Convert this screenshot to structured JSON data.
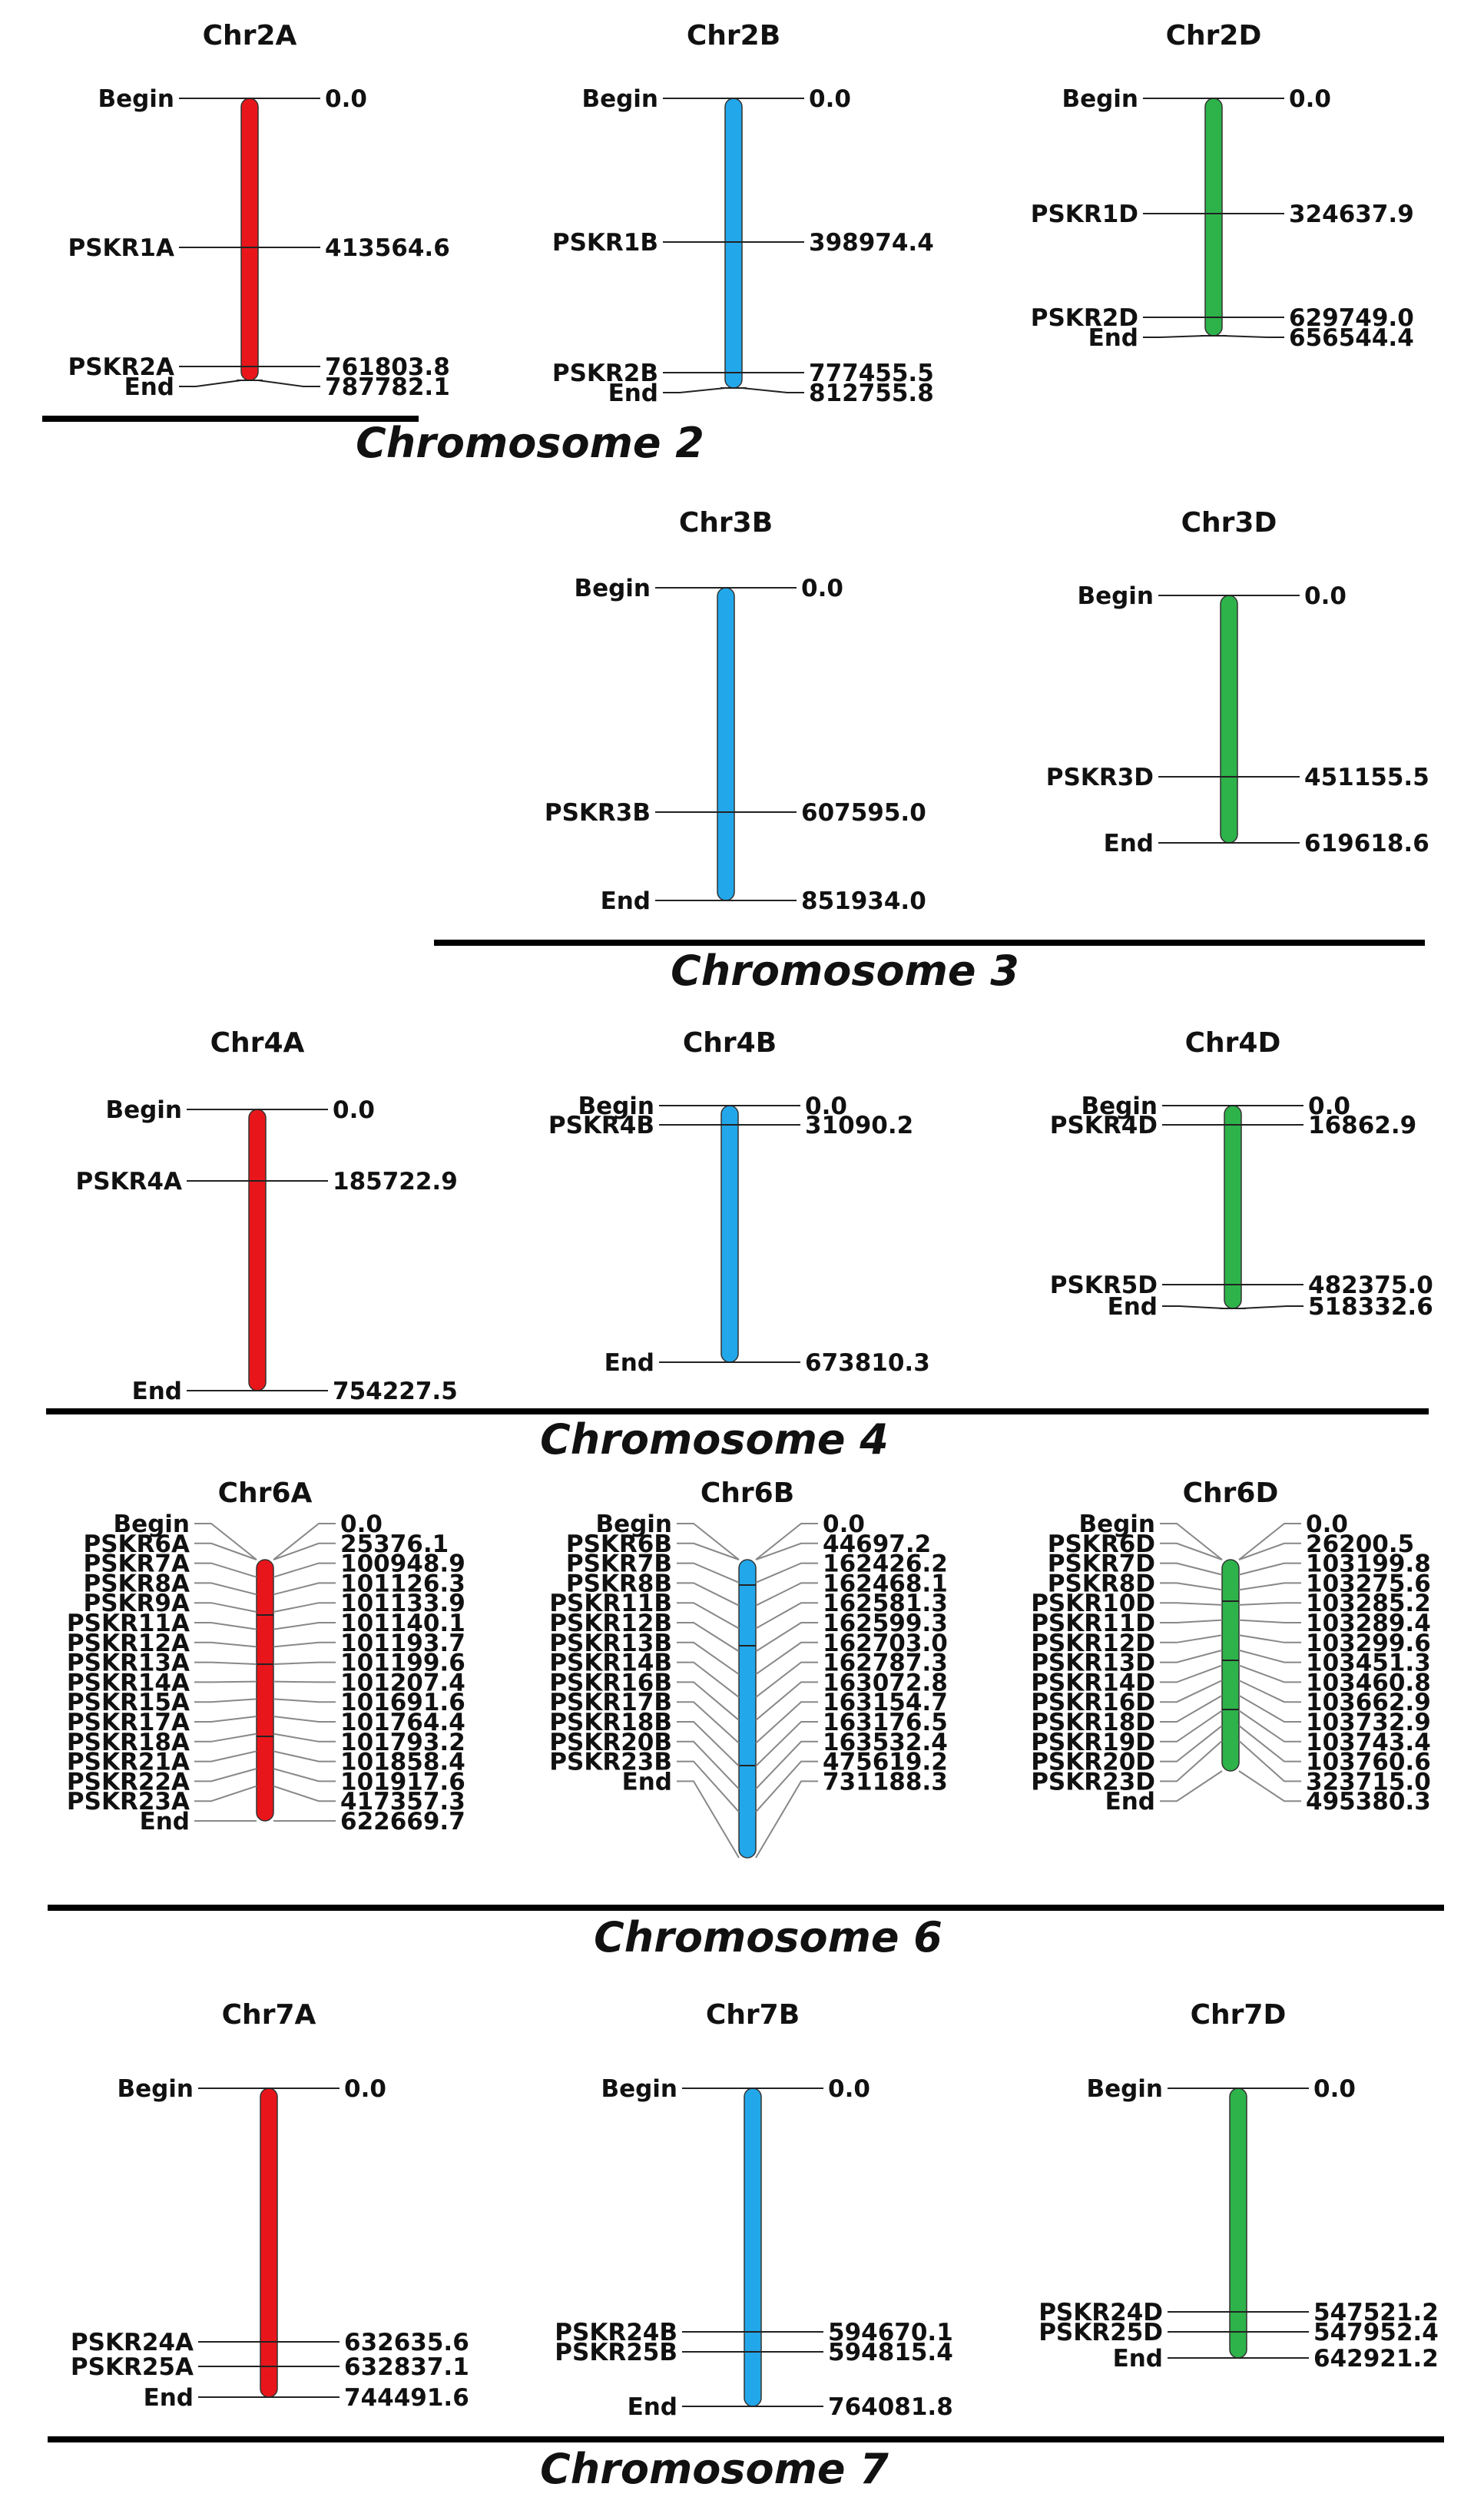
{
  "colors": {
    "A": "#e8161b",
    "B": "#22a7ea",
    "D": "#2db34a"
  },
  "sections": [
    {
      "title": "Chromosome 2",
      "chromosomes": [
        {
          "name": "Chr2A",
          "sub": "A",
          "markers": [
            {
              "label": "Begin",
              "pos": "0.0"
            },
            {
              "label": "PSKR1A",
              "pos": "413564.6"
            },
            {
              "label": "PSKR2A",
              "pos": "761803.8"
            },
            {
              "label": "End",
              "pos": "787782.1"
            }
          ]
        },
        {
          "name": "Chr2B",
          "sub": "B",
          "markers": [
            {
              "label": "Begin",
              "pos": "0.0"
            },
            {
              "label": "PSKR1B",
              "pos": "398974.4"
            },
            {
              "label": "PSKR2B",
              "pos": "777455.5"
            },
            {
              "label": "End",
              "pos": "812755.8"
            }
          ]
        },
        {
          "name": "Chr2D",
          "sub": "D",
          "markers": [
            {
              "label": "Begin",
              "pos": "0.0"
            },
            {
              "label": "PSKR1D",
              "pos": "324637.9"
            },
            {
              "label": "PSKR2D",
              "pos": "629749.0"
            },
            {
              "label": "End",
              "pos": "656544.4"
            }
          ]
        }
      ]
    },
    {
      "title": "Chromosome 3",
      "chromosomes": [
        {
          "name": "Chr3B",
          "sub": "B",
          "markers": [
            {
              "label": "Begin",
              "pos": "0.0"
            },
            {
              "label": "PSKR3B",
              "pos": "607595.0"
            },
            {
              "label": "End",
              "pos": "851934.0"
            }
          ]
        },
        {
          "name": "Chr3D",
          "sub": "D",
          "markers": [
            {
              "label": "Begin",
              "pos": "0.0"
            },
            {
              "label": "PSKR3D",
              "pos": "451155.5"
            },
            {
              "label": "End",
              "pos": "619618.6"
            }
          ]
        }
      ]
    },
    {
      "title": "Chromosome 4",
      "chromosomes": [
        {
          "name": "Chr4A",
          "sub": "A",
          "markers": [
            {
              "label": "Begin",
              "pos": "0.0"
            },
            {
              "label": "PSKR4A",
              "pos": "185722.9"
            },
            {
              "label": "End",
              "pos": "754227.5"
            }
          ]
        },
        {
          "name": "Chr4B",
          "sub": "B",
          "markers": [
            {
              "label": "Begin",
              "pos": "0.0"
            },
            {
              "label": "PSKR4B",
              "pos": "31090.2"
            },
            {
              "label": "End",
              "pos": "673810.3"
            }
          ]
        },
        {
          "name": "Chr4D",
          "sub": "D",
          "markers": [
            {
              "label": "Begin",
              "pos": "0.0"
            },
            {
              "label": "PSKR4D",
              "pos": "16862.9"
            },
            {
              "label": "PSKR5D",
              "pos": "482375.0"
            },
            {
              "label": "End",
              "pos": "518332.6"
            }
          ]
        }
      ]
    },
    {
      "title": "Chromosome 6",
      "chromosomes": [
        {
          "name": "Chr6A",
          "sub": "A",
          "markers": [
            {
              "label": "Begin",
              "pos": "0.0"
            },
            {
              "label": "PSKR6A",
              "pos": "25376.1"
            },
            {
              "label": "PSKR7A",
              "pos": "100948.9"
            },
            {
              "label": "PSKR8A",
              "pos": "101126.3"
            },
            {
              "label": "PSKR9A",
              "pos": "101133.9"
            },
            {
              "label": "PSKR11A",
              "pos": "101140.1"
            },
            {
              "label": "PSKR12A",
              "pos": "101193.7"
            },
            {
              "label": "PSKR13A",
              "pos": "101199.6"
            },
            {
              "label": "PSKR14A",
              "pos": "101207.4"
            },
            {
              "label": "PSKR15A",
              "pos": "101691.6"
            },
            {
              "label": "PSKR17A",
              "pos": "101764.4"
            },
            {
              "label": "PSKR18A",
              "pos": "101793.2"
            },
            {
              "label": "PSKR21A",
              "pos": "101858.4"
            },
            {
              "label": "PSKR22A",
              "pos": "101917.6"
            },
            {
              "label": "PSKR23A",
              "pos": "417357.3"
            },
            {
              "label": "End",
              "pos": "622669.7"
            }
          ]
        },
        {
          "name": "Chr6B",
          "sub": "B",
          "markers": [
            {
              "label": "Begin",
              "pos": "0.0"
            },
            {
              "label": "PSKR6B",
              "pos": "44697.2"
            },
            {
              "label": "PSKR7B",
              "pos": "162426.2"
            },
            {
              "label": "PSKR8B",
              "pos": "162468.1"
            },
            {
              "label": "PSKR11B",
              "pos": "162581.3"
            },
            {
              "label": "PSKR12B",
              "pos": "162599.3"
            },
            {
              "label": "PSKR13B",
              "pos": "162703.0"
            },
            {
              "label": "PSKR14B",
              "pos": "162787.3"
            },
            {
              "label": "PSKR16B",
              "pos": "163072.8"
            },
            {
              "label": "PSKR17B",
              "pos": "163154.7"
            },
            {
              "label": "PSKR18B",
              "pos": "163176.5"
            },
            {
              "label": "PSKR20B",
              "pos": "163532.4"
            },
            {
              "label": "PSKR23B",
              "pos": "475619.2"
            },
            {
              "label": "End",
              "pos": "731188.3"
            }
          ]
        },
        {
          "name": "Chr6D",
          "sub": "D",
          "markers": [
            {
              "label": "Begin",
              "pos": "0.0"
            },
            {
              "label": "PSKR6D",
              "pos": "26200.5"
            },
            {
              "label": "PSKR7D",
              "pos": "103199.8"
            },
            {
              "label": "PSKR8D",
              "pos": "103275.6"
            },
            {
              "label": "PSKR10D",
              "pos": "103285.2"
            },
            {
              "label": "PSKR11D",
              "pos": "103289.4"
            },
            {
              "label": "PSKR12D",
              "pos": "103299.6"
            },
            {
              "label": "PSKR13D",
              "pos": "103451.3"
            },
            {
              "label": "PSKR14D",
              "pos": "103460.8"
            },
            {
              "label": "PSKR16D",
              "pos": "103662.9"
            },
            {
              "label": "PSKR18D",
              "pos": "103732.9"
            },
            {
              "label": "PSKR19D",
              "pos": "103743.4"
            },
            {
              "label": "PSKR20D",
              "pos": "103760.6"
            },
            {
              "label": "PSKR23D",
              "pos": "323715.0"
            },
            {
              "label": "End",
              "pos": "495380.3"
            }
          ]
        }
      ]
    },
    {
      "title": "Chromosome 7",
      "chromosomes": [
        {
          "name": "Chr7A",
          "sub": "A",
          "markers": [
            {
              "label": "Begin",
              "pos": "0.0"
            },
            {
              "label": "PSKR24A",
              "pos": "632635.6"
            },
            {
              "label": "PSKR25A",
              "pos": "632837.1"
            },
            {
              "label": "End",
              "pos": "744491.6"
            }
          ]
        },
        {
          "name": "Chr7B",
          "sub": "B",
          "markers": [
            {
              "label": "Begin",
              "pos": "0.0"
            },
            {
              "label": "PSKR24B",
              "pos": "594670.1"
            },
            {
              "label": "PSKR25B",
              "pos": "594815.4"
            },
            {
              "label": "End",
              "pos": "764081.8"
            }
          ]
        },
        {
          "name": "Chr7D",
          "sub": "D",
          "markers": [
            {
              "label": "Begin",
              "pos": "0.0"
            },
            {
              "label": "PSKR24D",
              "pos": "547521.2"
            },
            {
              "label": "PSKR25D",
              "pos": "547952.4"
            },
            {
              "label": "End",
              "pos": "642921.2"
            }
          ]
        }
      ]
    }
  ]
}
